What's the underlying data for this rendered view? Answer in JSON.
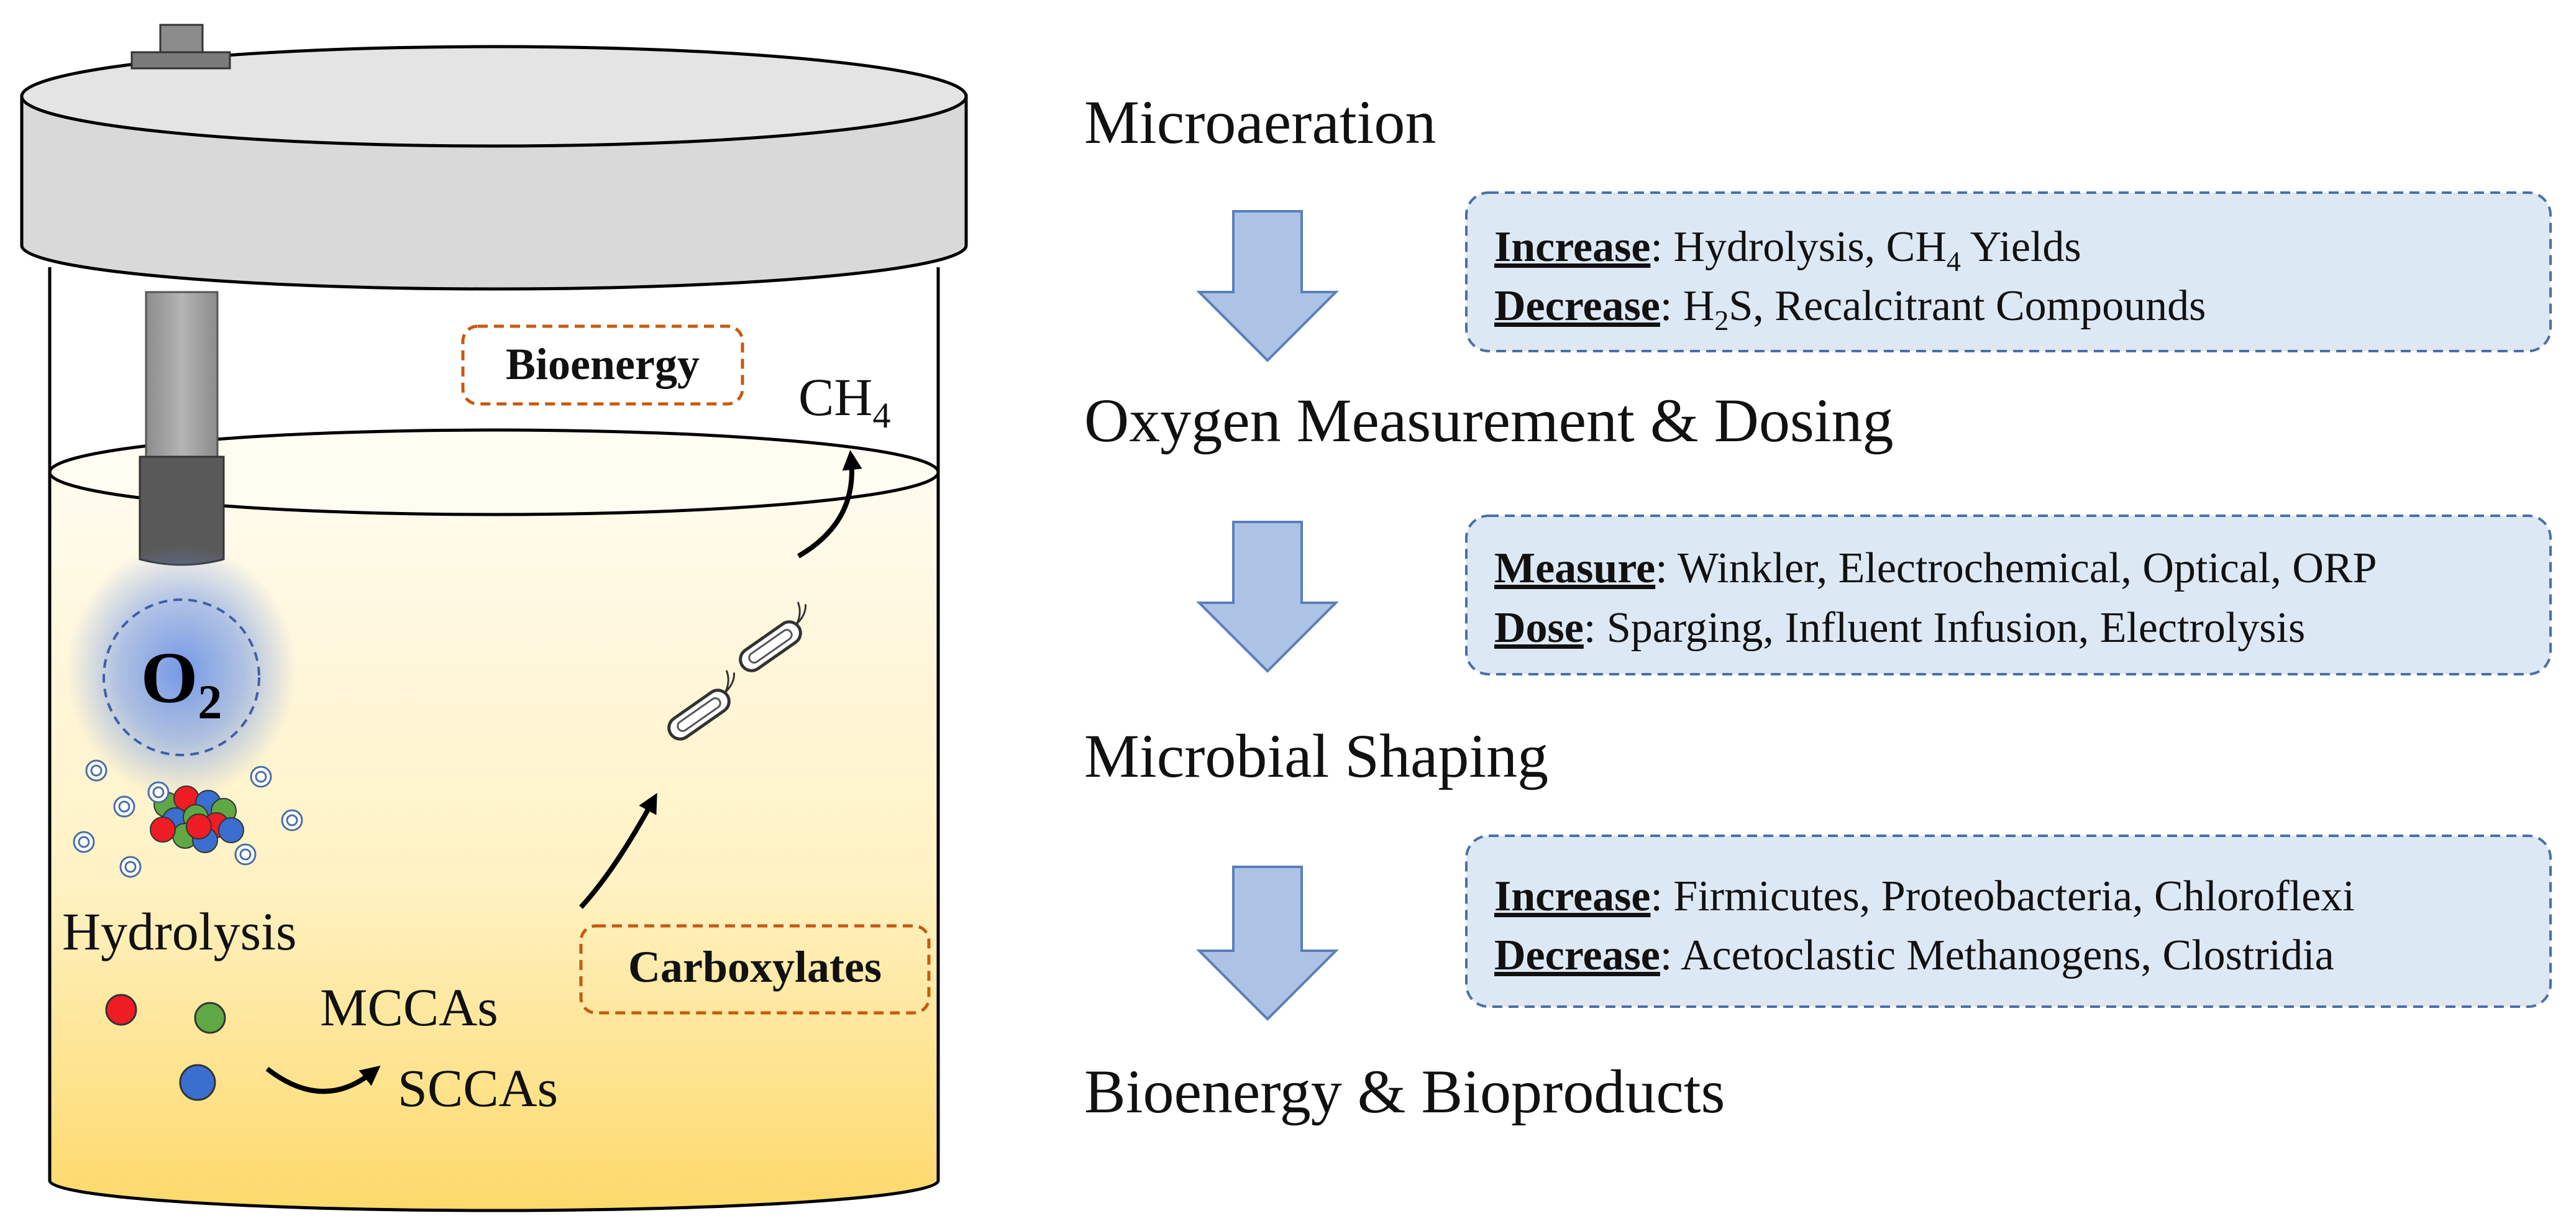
{
  "tank": {
    "o2": {
      "main": "O",
      "sub": "2"
    },
    "bioenergy_label": "Bioenergy",
    "carboxylates_label": "Carboxylates",
    "ch4": {
      "main": "CH",
      "sub": "4"
    },
    "hydrolysis_label": "Hydrolysis",
    "mccas_label": "MCCAs",
    "sccas_label": "SCCAs"
  },
  "flow": {
    "steps": [
      "Microaeration",
      "Oxygen Measurement & Dosing",
      "Microbial Shaping",
      "Bioenergy & Bioproducts"
    ],
    "info_boxes": [
      {
        "lines": [
          {
            "key": "Increase",
            "parts": [
              ": Hydrolysis, CH",
              "4",
              " Yields"
            ]
          },
          {
            "key": "Decrease",
            "parts": [
              ": H",
              "2",
              "S, Recalcitrant Compounds"
            ]
          }
        ]
      },
      {
        "lines": [
          {
            "key": "Measure",
            "parts": [
              ": Winkler, Electrochemical, Optical, ORP"
            ]
          },
          {
            "key": "Dose",
            "parts": [
              ": Sparging, Influent Infusion, Electrolysis"
            ]
          }
        ]
      },
      {
        "lines": [
          {
            "key": "Increase",
            "parts": [
              ": Firmicutes, Proteobacteria, Chloroflexi"
            ]
          },
          {
            "key": "Decrease",
            "parts": [
              ": Acetoclastic Methanogens, Clostridia"
            ]
          }
        ]
      }
    ]
  },
  "colors": {
    "lid": "#d9d9d9",
    "probe_shaft": "#a6a6a6",
    "probe_tip": "#595959",
    "liquid_top": "#fffbef",
    "liquid_bottom": "#fdd96a",
    "o2_glow": "#6e95e8",
    "particle_red": "#ee1c25",
    "particle_green": "#5fa844",
    "particle_blue": "#3a6fcf",
    "label_box_border": "#c55a11",
    "arrow_fill": "#adc3e6",
    "arrow_stroke": "#5a7fb8",
    "info_box_fill": "#dde8f5",
    "info_box_border": "#4a6fa5"
  }
}
